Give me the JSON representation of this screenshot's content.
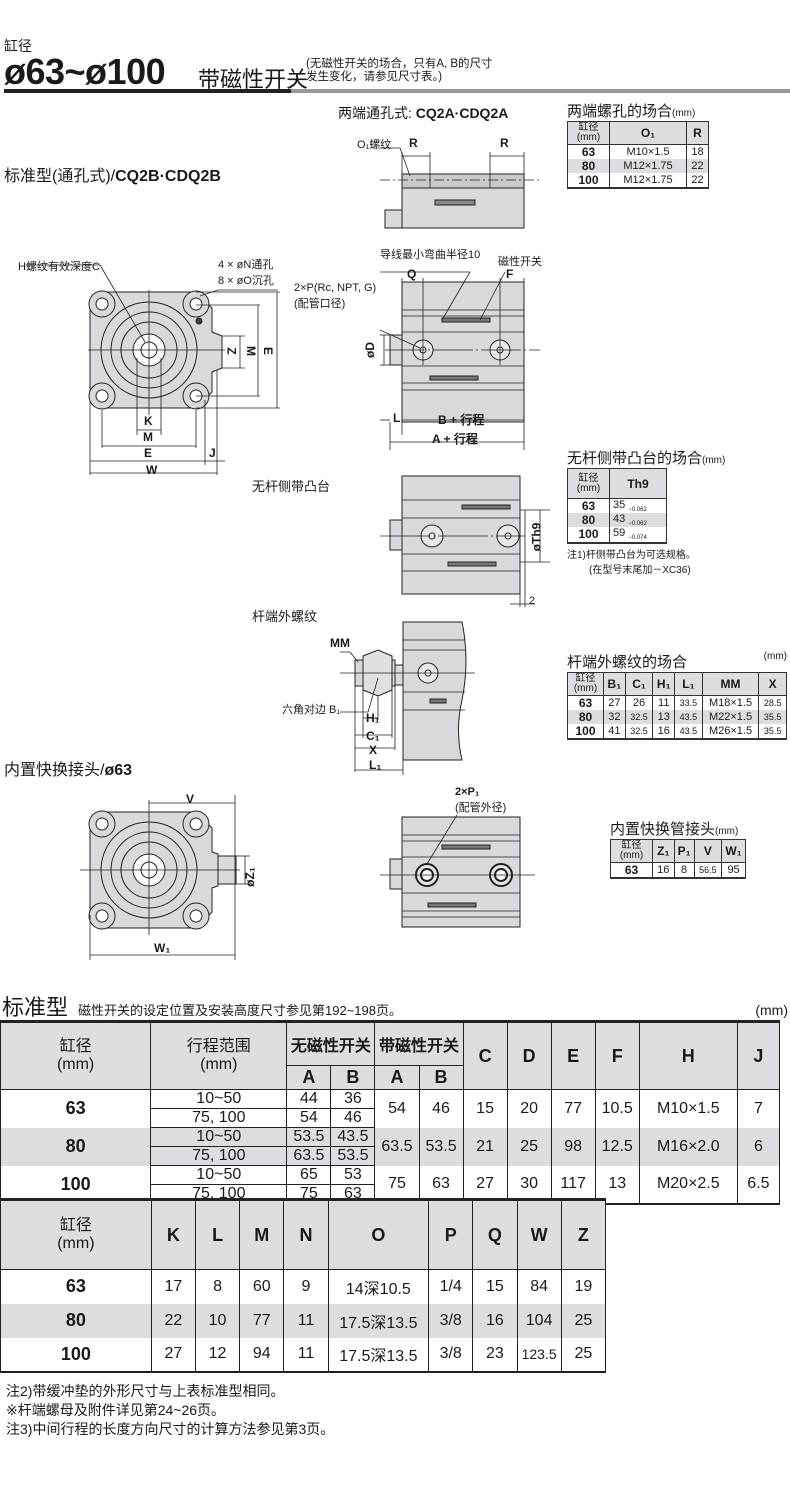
{
  "header": {
    "bore_label": "缸径",
    "bore_range": "ø63~ø100",
    "title": "带磁性开关",
    "note_line1": "(无磁性开关的场合，只有A, B的尺寸",
    "note_line2": "发生变化，请参见尺寸表。)"
  },
  "sections": {
    "standard_title_prefix": "标准型(通孔式)/",
    "standard_title_model": "CQ2B·CDQ2B",
    "both_ends_prefix": "两端通孔式: ",
    "both_ends_model": "CQ2A·CDQ2A",
    "rod_boss_title": "无杆侧带凸台",
    "rod_thread_title": "杆端外螺纹",
    "fitting_title_prefix": "内置快换接头/",
    "fitting_title_bore": "ø63"
  },
  "drawing_labels": {
    "h_thread": "H螺纹有效深度C",
    "n_hole": "4 × øN通孔",
    "o_hole": "8 × øO沉孔",
    "K": "K",
    "M": "M",
    "E": "E",
    "W": "W",
    "J": "J",
    "Z": "Z",
    "o1_thread": "O₁螺纹",
    "R": "R",
    "lead_radius": "导线最小弯曲半径10",
    "switch": "磁性开关",
    "port": "2×P(Rc, NPT, G)",
    "port_sub": "(配管口径)",
    "Q": "Q",
    "F": "F",
    "D": "øD",
    "L": "L",
    "B_stroke": "B + 行程",
    "A_stroke": "A + 行程",
    "Th9": "øTh9",
    "two": "2",
    "MM": "MM",
    "hex_b1": "六角对边 B₁",
    "H1": "H₁",
    "C1": "C₁",
    "X": "X",
    "L1": "L₁",
    "V": "V",
    "W1": "W₁",
    "Z1": "øZ₁",
    "p1": "2×P₁",
    "p1_sub": "(配管外径)"
  },
  "table_both_ends": {
    "title": "两端螺孔的场合",
    "unit": "(mm)",
    "headers": [
      "缸径\n(mm)",
      "O₁",
      "R"
    ],
    "rows": [
      [
        "63",
        "M10×1.5",
        "18"
      ],
      [
        "80",
        "M12×1.75",
        "22"
      ],
      [
        "100",
        "M12×1.75",
        "22"
      ]
    ]
  },
  "table_boss": {
    "title": "无杆侧带凸台的场合",
    "unit": "(mm)",
    "headers": [
      "缸径\n(mm)",
      "Th9"
    ],
    "rows": [
      {
        "bore": "63",
        "val": "35",
        "tol_up": "0",
        "tol_low": "−0.062"
      },
      {
        "bore": "80",
        "val": "43",
        "tol_up": "0",
        "tol_low": "−0.062"
      },
      {
        "bore": "100",
        "val": "59",
        "tol_up": "0",
        "tol_low": "−0.074"
      }
    ],
    "note1": "注1)杆侧带凸台为可选规格。",
    "note2": "(在型号末尾加－XC36)"
  },
  "table_rod_thread": {
    "title": "杆端外螺纹的场合",
    "unit": "(mm)",
    "headers": [
      "缸径\n(mm)",
      "B₁",
      "C₁",
      "H₁",
      "L₁",
      "MM",
      "X"
    ],
    "rows": [
      [
        "63",
        "27",
        "26",
        "11",
        "33.5",
        "M18×1.5",
        "28.5"
      ],
      [
        "80",
        "32",
        "32.5",
        "13",
        "43.5",
        "M22×1.5",
        "35.5"
      ],
      [
        "100",
        "41",
        "32.5",
        "16",
        "43.5",
        "M26×1.5",
        "35.5"
      ]
    ]
  },
  "table_fitting": {
    "title": "内置快换管接头",
    "unit": "(mm)",
    "headers": [
      "缸径\n(mm)",
      "Z₁",
      "P₁",
      "V",
      "W₁"
    ],
    "rows": [
      [
        "63",
        "16",
        "8",
        "56.5",
        "95"
      ]
    ]
  },
  "standard": {
    "title": "标准型",
    "subtitle": "磁性开关的设定位置及安装高度尺寸参见第192~198页。",
    "unit": "(mm)",
    "table1": {
      "h_bore": "缸径",
      "h_bore_unit": "(mm)",
      "h_stroke": "行程范围",
      "h_stroke_unit": "(mm)",
      "h_no_switch": "无磁性开关",
      "h_with_switch": "带磁性开关",
      "h_A": "A",
      "h_B": "B",
      "cols": [
        "C",
        "D",
        "E",
        "F",
        "H",
        "J"
      ],
      "rows": [
        {
          "bore": "63",
          "s1": "10~50",
          "s2": "75, 100",
          "a1": "44",
          "b1": "36",
          "a2": "54",
          "b2": "46",
          "sa": "54",
          "sb": "46",
          "C": "15",
          "D": "20",
          "E": "77",
          "F": "10.5",
          "H": "M10×1.5",
          "J": "7"
        },
        {
          "bore": "80",
          "s1": "10~50",
          "s2": "75, 100",
          "a1": "53.5",
          "b1": "43.5",
          "a2": "63.5",
          "b2": "53.5",
          "sa": "63.5",
          "sb": "53.5",
          "C": "21",
          "D": "25",
          "E": "98",
          "F": "12.5",
          "H": "M16×2.0",
          "J": "6"
        },
        {
          "bore": "100",
          "s1": "10~50",
          "s2": "75, 100",
          "a1": "65",
          "b1": "53",
          "a2": "75",
          "b2": "63",
          "sa": "75",
          "sb": "63",
          "C": "27",
          "D": "30",
          "E": "117",
          "F": "13",
          "H": "M20×2.5",
          "J": "6.5"
        }
      ]
    },
    "table2": {
      "h_bore": "缸径",
      "h_bore_unit": "(mm)",
      "cols": [
        "K",
        "L",
        "M",
        "N",
        "O",
        "P",
        "Q",
        "W",
        "Z"
      ],
      "rows": [
        [
          "63",
          "17",
          "8",
          "60",
          "9",
          "14深10.5",
          "1/4",
          "15",
          "84",
          "19"
        ],
        [
          "80",
          "22",
          "10",
          "77",
          "11",
          "17.5深13.5",
          "3/8",
          "16",
          "104",
          "25"
        ],
        [
          "100",
          "27",
          "12",
          "94",
          "11",
          "17.5深13.5",
          "3/8",
          "23",
          "123.5",
          "25"
        ]
      ]
    },
    "notes": [
      "注2)带缓冲垫的外形尺寸与上表标准型相同。",
      "※杆端螺母及附件详见第24~26页。",
      "注3)中间行程的长度方向尺寸的计算方法参见第3页。"
    ]
  }
}
